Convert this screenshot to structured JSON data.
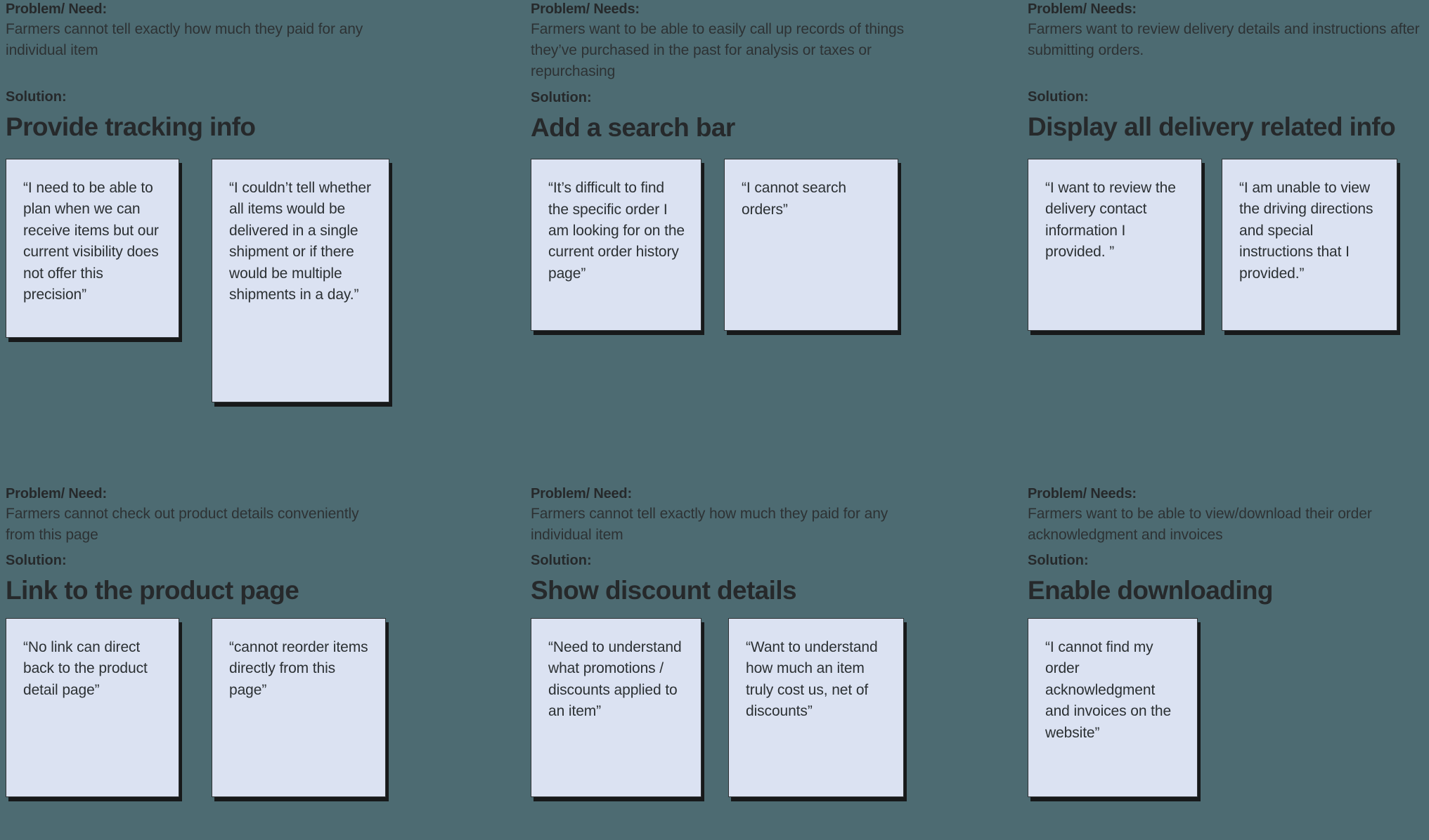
{
  "board": {
    "background_color": "#4d6b72",
    "note_color": "#dbe2f2",
    "text_color": "#2b2f31"
  },
  "blocks": [
    {
      "id": "tracking-info",
      "problem_label": "Problem/ Need:",
      "problem_text": "Farmers cannot tell exactly how much they paid for any individual item",
      "solution_label": "Solution:",
      "solution_title": "Provide tracking info",
      "notes": [
        "“I need to be able to plan when we can receive items but our current visibility does not offer this precision”",
        "“I couldn’t tell whether all items would be delivered in a single shipment or if there would be multiple shipments in a day.”"
      ]
    },
    {
      "id": "search-bar",
      "problem_label": "Problem/ Needs:",
      "problem_text": "Farmers want to be able to easily call up records of things they’ve purchased in the past for analysis or taxes or repurchasing",
      "solution_label": "Solution:",
      "solution_title": "Add a search bar",
      "notes": [
        "“It’s difficult to find the specific order I am looking for on the current order history page”",
        "“I cannot search orders”"
      ]
    },
    {
      "id": "delivery-info",
      "problem_label": "Problem/ Needs:",
      "problem_text": "Farmers want to review delivery details and instructions after submitting orders.",
      "solution_label": "Solution:",
      "solution_title": "Display all delivery related info",
      "notes": [
        "“I want to review the delivery contact information I provided. ”",
        "“I am unable to view the driving directions and special instructions that I provided.”"
      ]
    },
    {
      "id": "product-page-link",
      "problem_label": "Problem/ Need:",
      "problem_text": "Farmers cannot check out product details conveniently from this page",
      "solution_label": "Solution:",
      "solution_title": "Link to the product page",
      "notes": [
        "“No link can direct back to the product detail page”",
        "“cannot reorder items directly from this page”"
      ]
    },
    {
      "id": "discount-details",
      "problem_label": "Problem/ Need:",
      "problem_text": "Farmers cannot tell exactly how much they paid for any individual item",
      "solution_label": "Solution:",
      "solution_title": "Show discount details",
      "notes": [
        "“Need to understand what promotions / discounts applied to an item”",
        "“Want to understand how much an item truly cost us, net of discounts”"
      ]
    },
    {
      "id": "enable-downloading",
      "problem_label": "Problem/ Needs:",
      "problem_text": "Farmers want to be able to view/download their order acknowledgment and invoices",
      "solution_label": "Solution:",
      "solution_title": "Enable downloading",
      "notes": [
        "“I cannot find my order acknowledgment and invoices on the website”"
      ]
    }
  ]
}
